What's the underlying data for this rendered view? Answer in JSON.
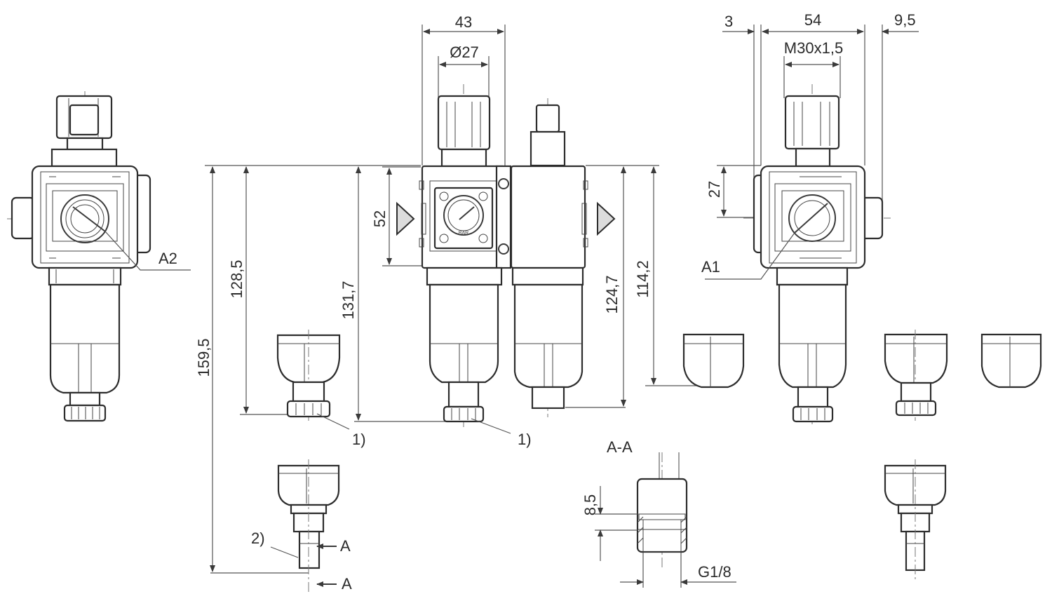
{
  "dimensions": {
    "width_43": "43",
    "dia_27": "Ø27",
    "width_3": "3",
    "width_54": "54",
    "width_9_5": "9,5",
    "thread_m30": "M30x1,5",
    "height_27": "27",
    "height_52": "52",
    "height_128_5": "128,5",
    "height_131_7": "131,7",
    "height_124_7": "124,7",
    "height_114_2": "114,2",
    "height_159_5": "159,5",
    "height_8_5": "8,5",
    "thread_g1_8": "G1/8"
  },
  "labels": {
    "a1": "A1",
    "a2": "A2",
    "note_1a": "1)",
    "note_1b": "1)",
    "note_2": "2)",
    "section_title": "A-A",
    "section_a_top": "A",
    "section_a_bottom": "A",
    "gauge_unit": "BAR"
  }
}
